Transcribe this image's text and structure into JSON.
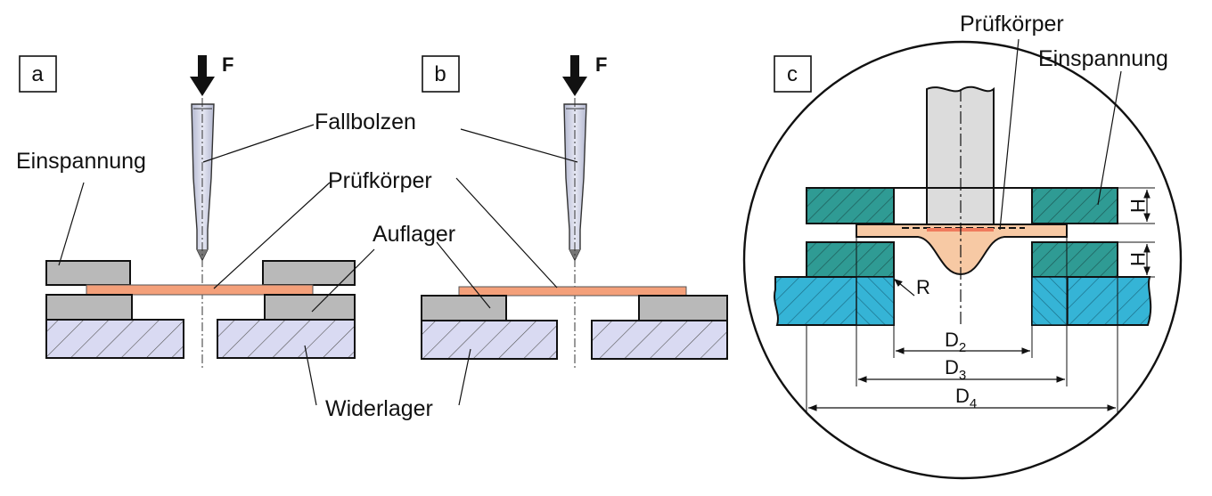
{
  "panels": [
    {
      "letter": "a"
    },
    {
      "letter": "b"
    },
    {
      "letter": "c"
    }
  ],
  "force_label": "F",
  "labels": {
    "fallbolzen": "Fallbolzen",
    "einspannung": "Einspannung",
    "pruefkoerper": "Prüfkörper",
    "auflager": "Auflager",
    "widerlager": "Widerlager"
  },
  "detail": {
    "pruefkoerper": "Prüfkörper",
    "einspannung": "Einspannung",
    "H": "H",
    "R": "R",
    "D": "D",
    "d2": "2",
    "d3": "3",
    "d4": "4"
  },
  "colors": {
    "gray_block": "#b9b9b9",
    "specimen": "#f4a07a",
    "specimen_detail": "#f7c9a4",
    "hatch_base": "#d9daf2",
    "teal": "#2f9b94",
    "blue": "#35b4d6",
    "bolt": "#d2d5e6"
  }
}
